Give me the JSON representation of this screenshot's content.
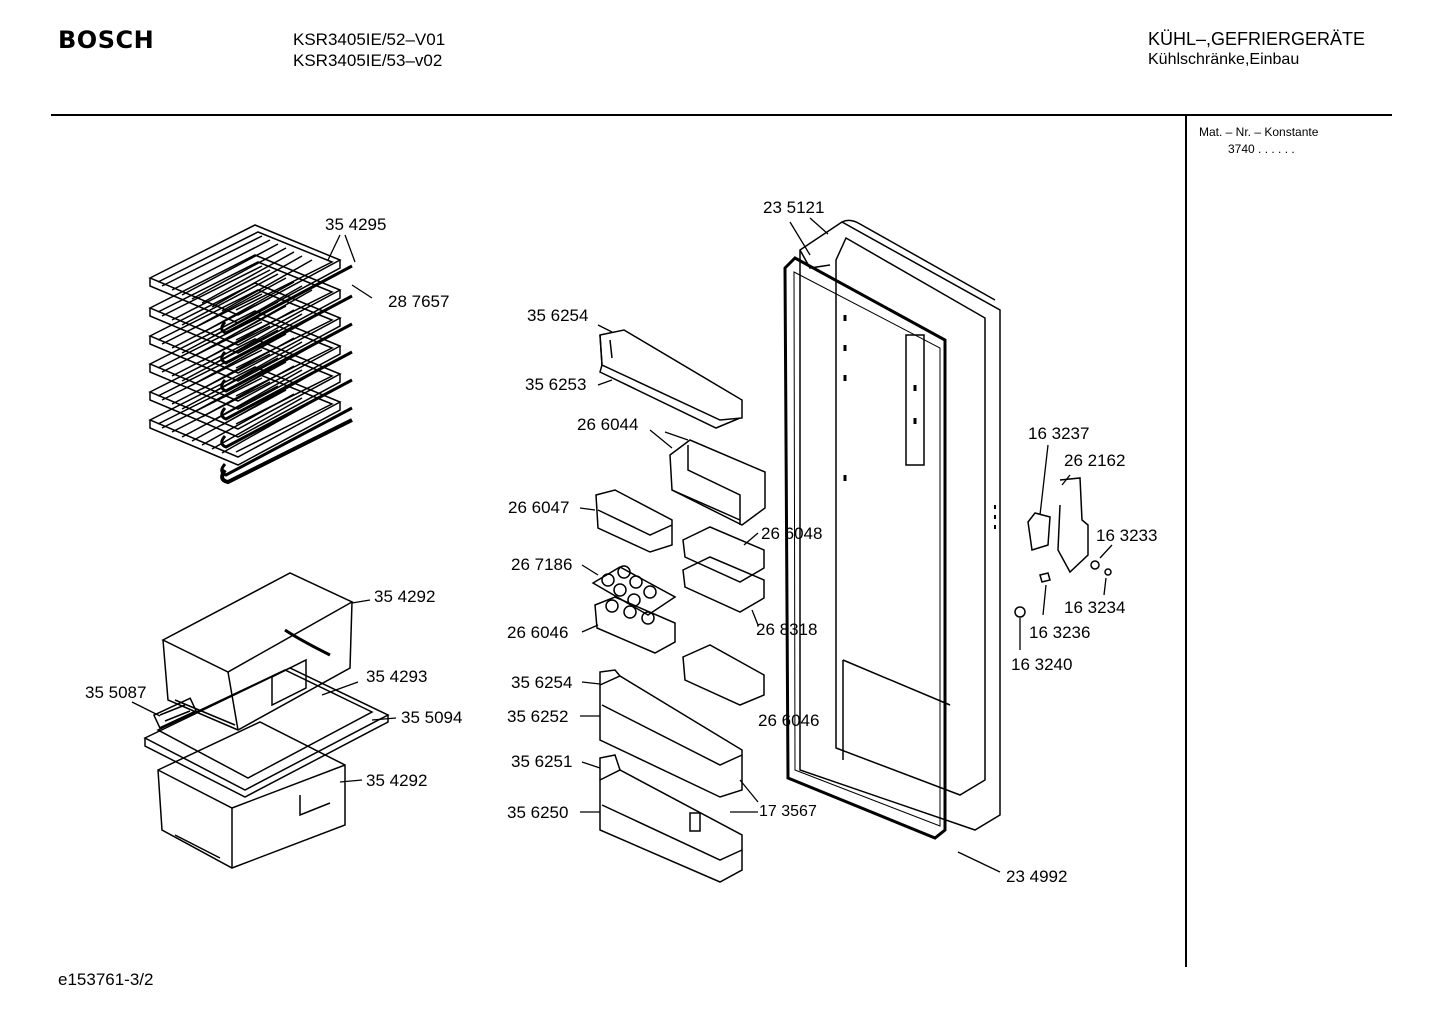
{
  "header": {
    "brand": "BOSCH",
    "model_line1": "KSR3405IE/52–V01",
    "model_line2": "KSR3405IE/53–v02",
    "category_line1": "KÜHL–,GEFRIERGERÄTE",
    "category_line2": "Kühlschränke,Einbau"
  },
  "side_panel": {
    "label": "Mat. – Nr. – Konstante",
    "value": "3740 . .  .  .  .  ."
  },
  "footer": {
    "doc_id": "e153761-3/2"
  },
  "parts": [
    {
      "id": "p1",
      "number": "35 4295"
    },
    {
      "id": "p2",
      "number": "28 7657"
    },
    {
      "id": "p3",
      "number": "35 4292"
    },
    {
      "id": "p4",
      "number": "35 4293"
    },
    {
      "id": "p5",
      "number": "35 5087"
    },
    {
      "id": "p6",
      "number": "35 5094"
    },
    {
      "id": "p7",
      "number": "35 4292"
    },
    {
      "id": "p8",
      "number": "23 5121"
    },
    {
      "id": "p9",
      "number": "35 6254"
    },
    {
      "id": "p10",
      "number": "35 6253"
    },
    {
      "id": "p11",
      "number": "26 6044"
    },
    {
      "id": "p12",
      "number": "26 6047"
    },
    {
      "id": "p13",
      "number": "26 6048"
    },
    {
      "id": "p14",
      "number": "26 7186"
    },
    {
      "id": "p15",
      "number": "26 6046"
    },
    {
      "id": "p16",
      "number": "26 8318"
    },
    {
      "id": "p17",
      "number": "35 6254"
    },
    {
      "id": "p18",
      "number": "35 6252"
    },
    {
      "id": "p19",
      "number": "26 6046"
    },
    {
      "id": "p20",
      "number": "35 6251"
    },
    {
      "id": "p21",
      "number": "35 6250"
    },
    {
      "id": "p22",
      "number": "17 3567"
    },
    {
      "id": "p23",
      "number": "23 4992"
    },
    {
      "id": "p24",
      "number": "16 3237"
    },
    {
      "id": "p25",
      "number": "26 2162"
    },
    {
      "id": "p26",
      "number": "16 3233"
    },
    {
      "id": "p27",
      "number": "16 3234"
    },
    {
      "id": "p28",
      "number": "16 3236"
    },
    {
      "id": "p29",
      "number": "16 3240"
    }
  ]
}
